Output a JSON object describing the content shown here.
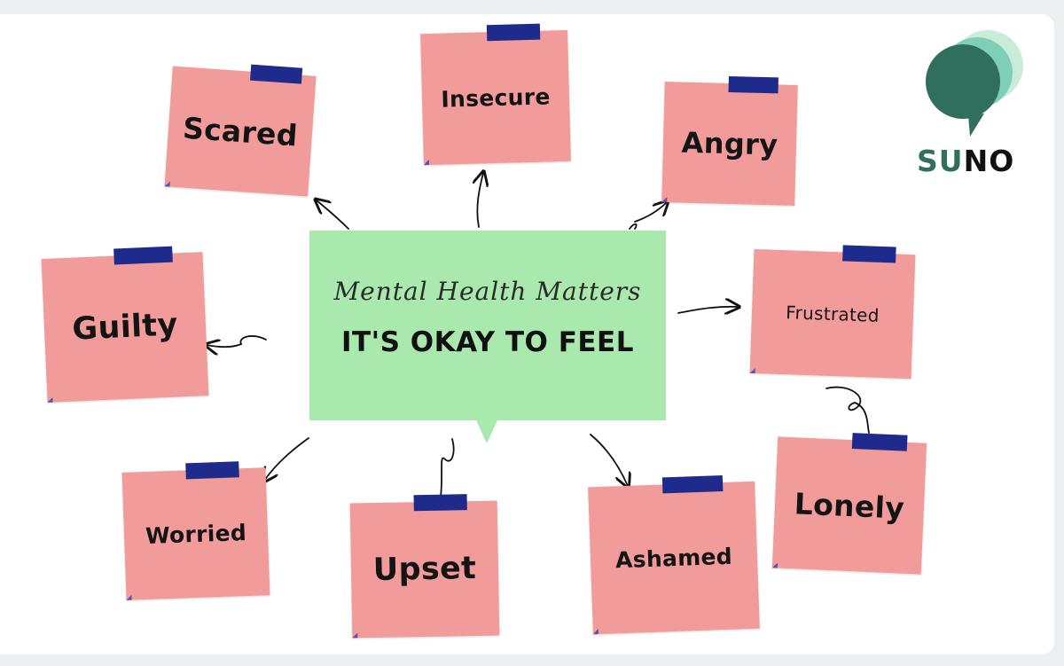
{
  "center": {
    "subtitle": "Mental Health Matters",
    "title": "IT'S OKAY TO FEEL"
  },
  "notes": [
    {
      "key": "scared",
      "label": "Scared"
    },
    {
      "key": "insecure",
      "label": "Insecure"
    },
    {
      "key": "angry",
      "label": "Angry"
    },
    {
      "key": "guilty",
      "label": "Guilty"
    },
    {
      "key": "frustrated",
      "label": "Frustrated"
    },
    {
      "key": "worried",
      "label": "Worried"
    },
    {
      "key": "upset",
      "label": "Upset"
    },
    {
      "key": "ashamed",
      "label": "Ashamed"
    },
    {
      "key": "lonely",
      "label": "Lonely"
    }
  ],
  "logo": {
    "part1": "SU",
    "part2": "NO",
    "colors": {
      "dark": "#2f6f5c",
      "mid": "#7fcfb6",
      "light": "#c9ecd9",
      "text": "#111111"
    }
  },
  "colors": {
    "note": "#f19c9a",
    "tape": "#1e2a8c",
    "center": "#aae9ae"
  }
}
